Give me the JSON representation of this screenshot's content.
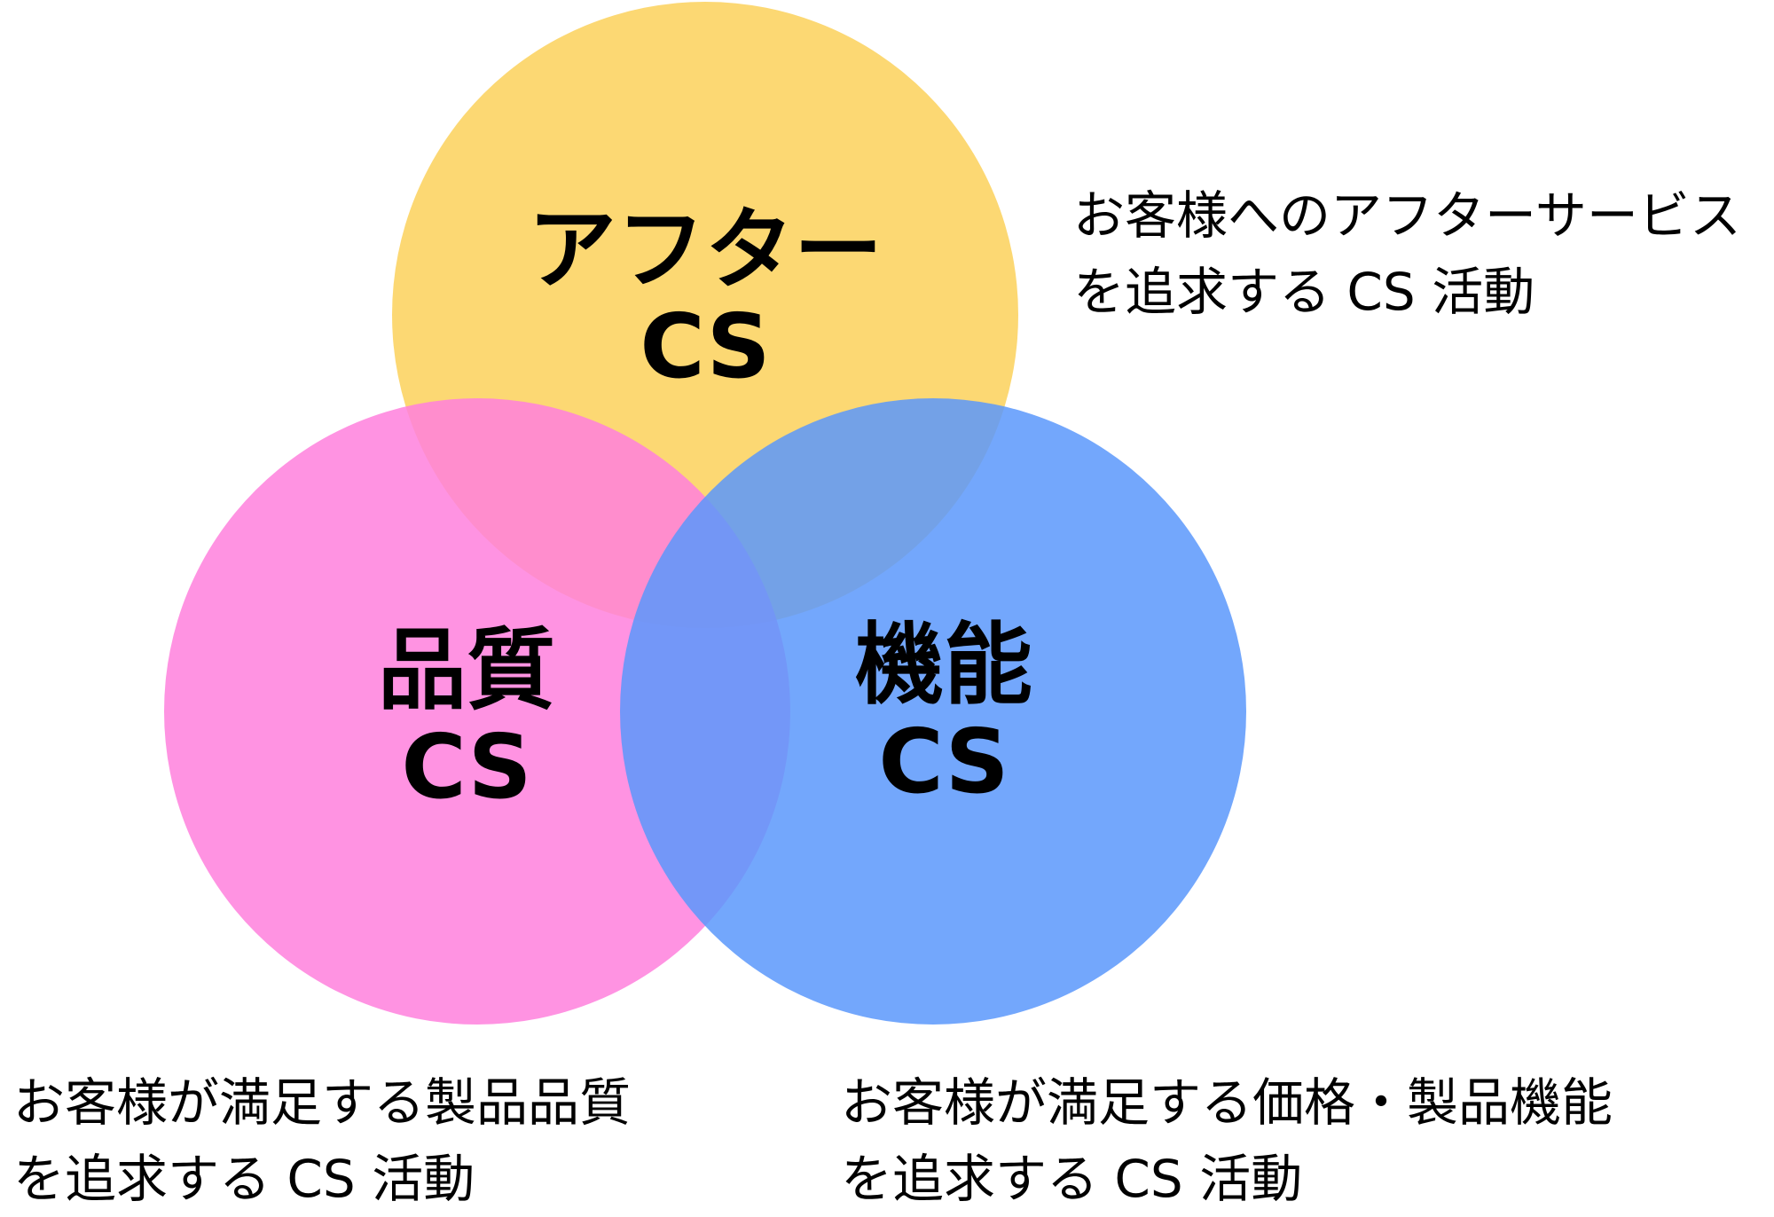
{
  "circles": [
    {
      "id": "after",
      "title": "アフター",
      "subtitle": "CS",
      "color": "#FCD66B",
      "description": [
        "お客様へのアフターサービス",
        "を追求する CS 活動"
      ]
    },
    {
      "id": "quality",
      "title": "品質",
      "subtitle": "CS",
      "color": "#FF86DF",
      "description": [
        "お客様が満足する製品品質",
        "を追求する CS 活動"
      ]
    },
    {
      "id": "function",
      "title": "機能",
      "subtitle": "CS",
      "color": "#6EA5FC",
      "description": [
        "お客様が満足する価格・製品機能",
        "を追求する CS 活動"
      ]
    }
  ]
}
